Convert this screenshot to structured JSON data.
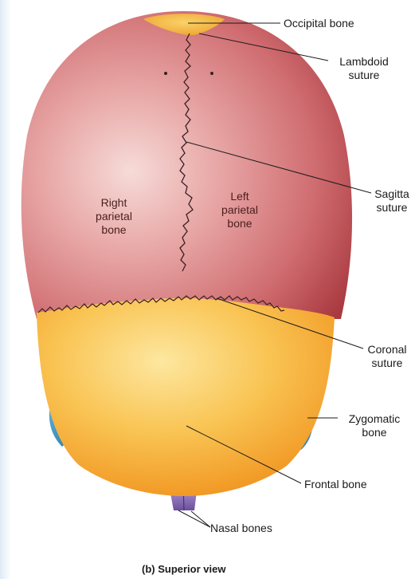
{
  "labels": {
    "occipital": "Occipital bone",
    "lambdoid": "Lambdoid\nsuture",
    "sagittal": "Sagitta\nsuture",
    "coronal": "Coronal\nsuture",
    "zygomatic": "Zygomatic\nbone",
    "frontal": "Frontal bone",
    "nasal": "Nasal bones",
    "right_parietal": "Right\nparietal\nbone",
    "left_parietal": "Left\nparietal\nbone"
  },
  "caption": "(b) Superior view",
  "colors": {
    "parietal_light": "#f4d6d3",
    "parietal_mid": "#d8787a",
    "parietal_dark": "#a8393f",
    "frontal_light": "#fde08a",
    "frontal_mid": "#f7b23c",
    "frontal_dark": "#e07d12",
    "zygomatic": "#3f98c4",
    "nasal": "#8a6bb8",
    "suture": "#3a2022",
    "leader": "#1b1b1b"
  }
}
